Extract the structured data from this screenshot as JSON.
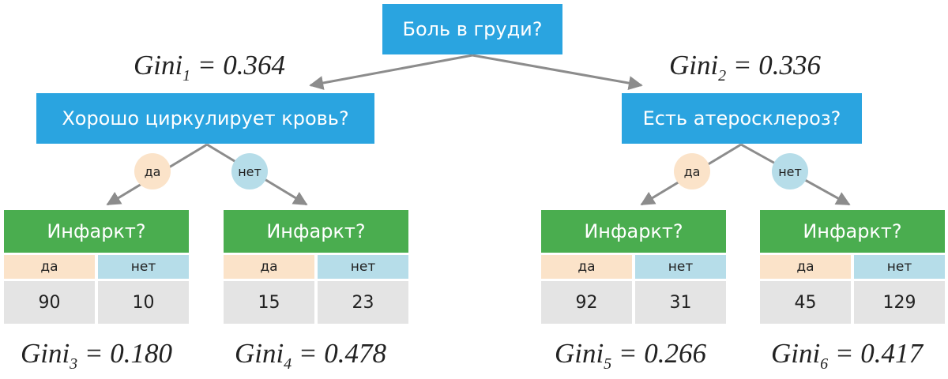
{
  "root": {
    "question": "Боль в груди?"
  },
  "left": {
    "question": "Хорошо циркулирует кровь?",
    "gini_label": "Gini",
    "gini_index": "1",
    "gini_value": "= 0.364",
    "branch_yes": "да",
    "branch_no": "нет"
  },
  "right": {
    "question": "Есть атеросклероз?",
    "gini_label": "Gini",
    "gini_index": "2",
    "gini_value": "= 0.336",
    "branch_yes": "да",
    "branch_no": "нет"
  },
  "leaves": [
    {
      "title": "Инфаркт?",
      "yes_label": "да",
      "no_label": "нет",
      "yes_value": "90",
      "no_value": "10",
      "gini_label": "Gini",
      "gini_index": "3",
      "gini_value": "= 0.180"
    },
    {
      "title": "Инфаркт?",
      "yes_label": "да",
      "no_label": "нет",
      "yes_value": "15",
      "no_value": "23",
      "gini_label": "Gini",
      "gini_index": "4",
      "gini_value": "= 0.478"
    },
    {
      "title": "Инфаркт?",
      "yes_label": "да",
      "no_label": "нет",
      "yes_value": "92",
      "no_value": "31",
      "gini_label": "Gini",
      "gini_index": "5",
      "gini_value": "= 0.266"
    },
    {
      "title": "Инфаркт?",
      "yes_label": "да",
      "no_label": "нет",
      "yes_value": "45",
      "no_value": "129",
      "gini_label": "Gini",
      "gini_index": "6",
      "gini_value": "= 0.417"
    }
  ],
  "colors": {
    "question_box": "#2aa4e0",
    "leaf_title": "#4aad4f",
    "yes": "#fbe3c9",
    "no": "#b6dde9",
    "value_cell": "#e4e4e4",
    "arrow": "#8c8c8c"
  }
}
